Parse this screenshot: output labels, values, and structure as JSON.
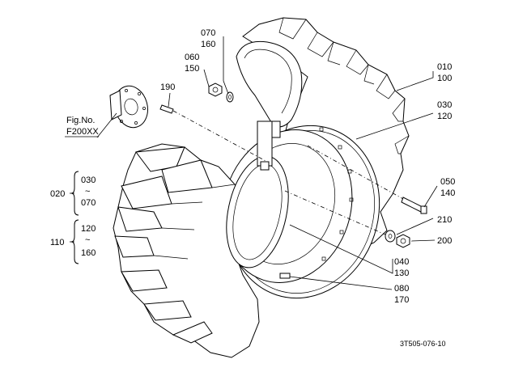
{
  "figure": {
    "fig_ref_label": "Fig.No.",
    "fig_ref_code": "F200XX",
    "drawing_number": "3T505-076-10"
  },
  "callouts": {
    "c070": "070",
    "c160": "160",
    "c060": "060",
    "c150": "150",
    "c190": "190",
    "c010": "010",
    "c100": "100",
    "c030": "030",
    "c120": "120",
    "c050": "050",
    "c140": "140",
    "c210": "210",
    "c200": "200",
    "c040": "040",
    "c130": "130",
    "c080": "080",
    "c170": "170"
  },
  "groups": {
    "g020": {
      "label": "020",
      "from": "030",
      "tilde": "~",
      "to": "070"
    },
    "g110": {
      "label": "110",
      "from": "120",
      "tilde": "~",
      "to": "160"
    }
  }
}
